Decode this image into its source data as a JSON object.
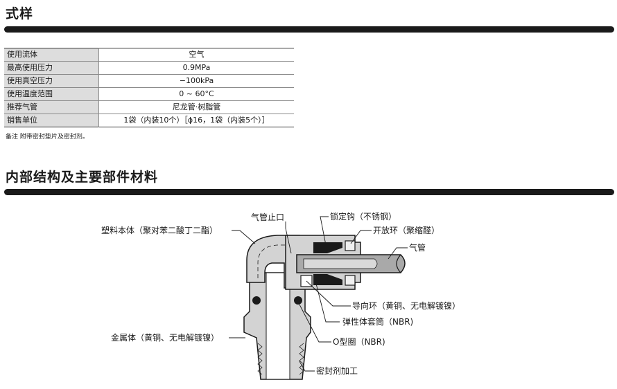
{
  "sections": {
    "spec_title": "式样",
    "structure_title": "内部结构及主要部件材料"
  },
  "spec_table": [
    {
      "label": "使用流体",
      "value": "空气"
    },
    {
      "label": "最高使用压力",
      "value": "0.9MPa"
    },
    {
      "label": "使用真空压力",
      "value": "−100kPa"
    },
    {
      "label": "使用温度范围",
      "value": "0 ~ 60°C"
    },
    {
      "label": "推荐气管",
      "value": "尼龙管·树脂管"
    },
    {
      "label": "销售单位",
      "value": "1袋（内装10个）［ϕ16，1袋（内装5个）］"
    }
  ],
  "note": "备注  附带密封垫片及密封剂。",
  "diagram_labels": {
    "tube_stop": "气管止口",
    "lock_claw": "锁定钩（不锈钢）",
    "release_ring": "开放环（聚缩醛）",
    "tube": "气管",
    "plastic_body": "塑料本体（聚对苯二酸丁二酯）",
    "guide_ring": "导向环（黄铜、无电解镀镍）",
    "elastic_sleeve": "弹性体套筒（NBR)",
    "o_ring": "O型圈（NBR)",
    "metal_body": "金属体（黄铜、无电解镀镍）",
    "sealant": "密封剂加工"
  },
  "colors": {
    "body_fill": "#d3d3d3",
    "tube_fill": "#a9a9a9",
    "outline": "#1a1a1a"
  }
}
